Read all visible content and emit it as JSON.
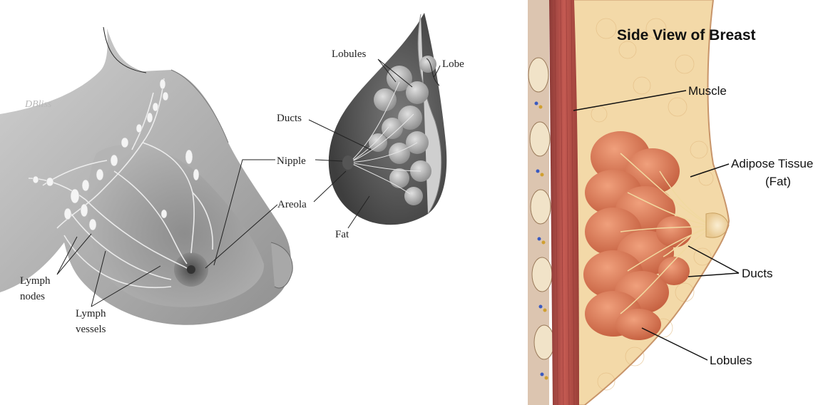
{
  "left_figure": {
    "signature": "DBliss",
    "labels": {
      "lobules": "Lobules",
      "lobe": "Lobe",
      "ducts": "Ducts",
      "nipple": "Nipple",
      "areola": "Areola",
      "fat": "Fat",
      "lymph_nodes_1": "Lymph",
      "lymph_nodes_2": "nodes",
      "lymph_vessels_1": "Lymph",
      "lymph_vessels_2": "vessels"
    }
  },
  "right_figure": {
    "title": "Side View of Breast",
    "labels": {
      "muscle": "Muscle",
      "adipose_1": "Adipose Tissue",
      "adipose_2": "(Fat)",
      "ducts": "Ducts",
      "lobules": "Lobules"
    }
  },
  "colors": {
    "skin_gray": "#8e8e8e",
    "muscle_red": "#b04a44",
    "fat_yellow": "#f3d9a8",
    "lobule_orange": "#d8714f"
  }
}
